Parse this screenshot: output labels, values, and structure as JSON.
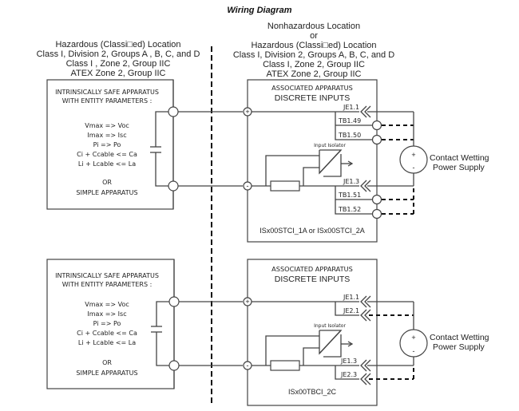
{
  "title": "Wiring Diagram",
  "left_header": {
    "lines": [
      "Hazardous  (Classi□ed) Location",
      "Class I, Division 2, Groups A , B, C, and D",
      "Class I , Zone 2, Group IIC",
      "ATEX Zone 2, Group IIC"
    ]
  },
  "right_header": {
    "lines": [
      "Nonhazardous Location",
      "or",
      "Hazardous  (Classi□ed) Location",
      "Class I, Division 2, Groups A, B, C, and D",
      "Class I, Zone 2, Group IIC",
      "ATEX Zone 2, Group IIC"
    ]
  },
  "field_device": {
    "heading": [
      "INTRINSICALLY SAFE APPARATUS",
      "WITH ENTITY PARAMETERS :"
    ],
    "params": [
      "Vmax => Voc",
      "Imax => Isc",
      "Pi => Po",
      "Ci + Ccable <= Ca",
      "Li + Lcable <= La"
    ],
    "or": "OR",
    "alt": "SIMPLE APPARATUS"
  },
  "associated_apparatus": {
    "heading1": "ASSOCIATED APPARATUS",
    "heading2": "DISCRETE INPUTS",
    "isolator_label": "Input Isolator",
    "plus": "+",
    "minus": "-"
  },
  "diagrams": [
    {
      "model": "ISx00STCI_1A or ISx00STCI_2A",
      "plus_connectors": [
        "JE1.1",
        "TB1.49",
        "TB1.50"
      ],
      "minus_connectors": [
        "JE1.3",
        "TB1.51",
        "TB1.52"
      ]
    },
    {
      "model": "ISx00TBCI_2C",
      "plus_connectors": [
        "JE1.1",
        "JE2.1"
      ],
      "minus_connectors": [
        "JE1.3",
        "JE2.3"
      ]
    }
  ],
  "power_supply": {
    "label_line1": "Contact Wetting",
    "label_line2": "Power Supply",
    "plus": "+",
    "minus": "-"
  }
}
